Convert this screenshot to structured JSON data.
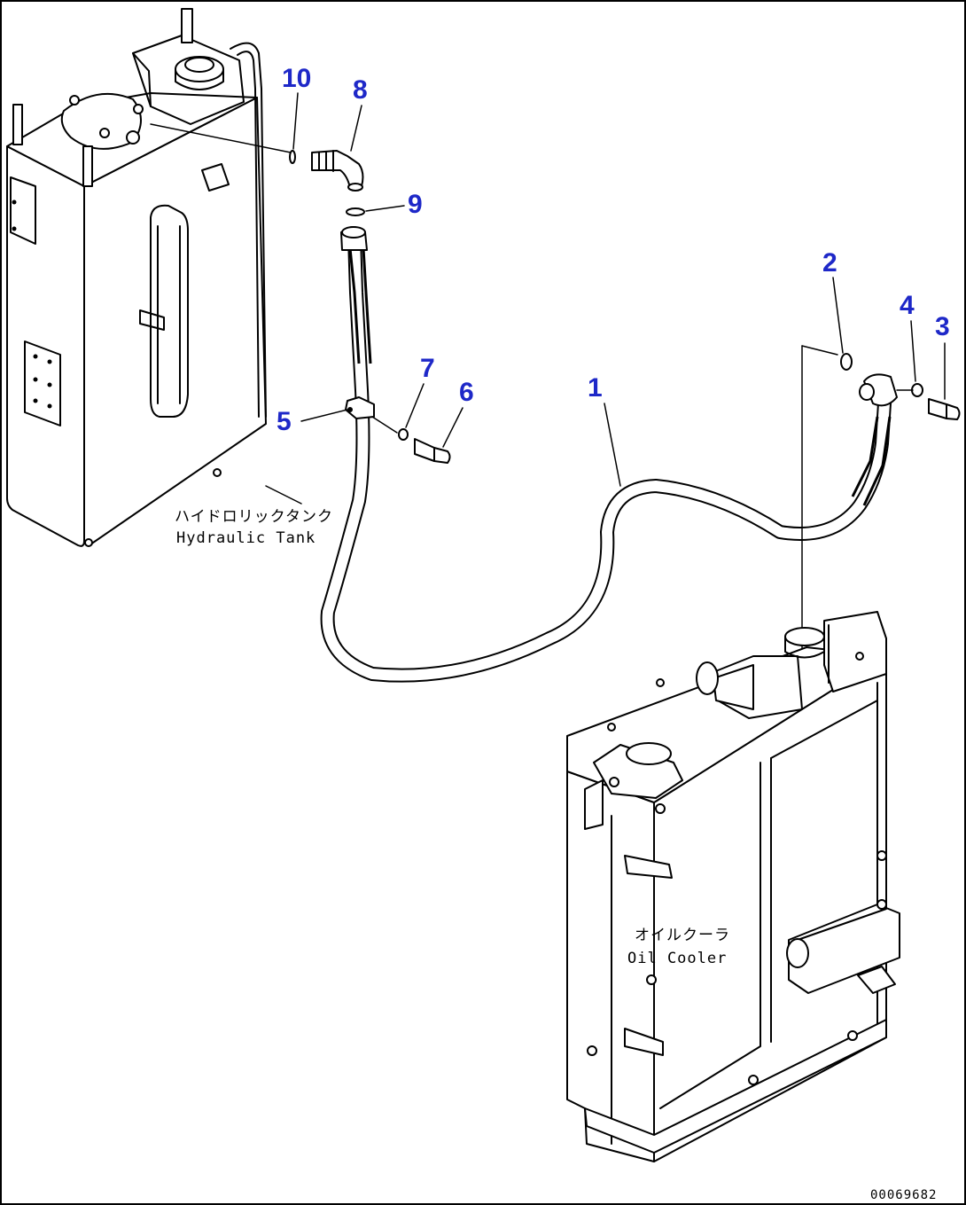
{
  "callouts": [
    {
      "id": "1",
      "label": "1"
    },
    {
      "id": "2",
      "label": "2"
    },
    {
      "id": "3",
      "label": "3"
    },
    {
      "id": "4",
      "label": "4"
    },
    {
      "id": "5",
      "label": "5"
    },
    {
      "id": "6",
      "label": "6"
    },
    {
      "id": "7",
      "label": "7"
    },
    {
      "id": "8",
      "label": "8"
    },
    {
      "id": "9",
      "label": "9"
    },
    {
      "id": "10",
      "label": "10"
    }
  ],
  "components": {
    "hydraulic_tank": {
      "label_jp": "ハイドロリックタンク",
      "label_en": "Hydraulic Tank"
    },
    "oil_cooler": {
      "label_jp": "オイルクーラ",
      "label_en": "Oil Cooler"
    }
  },
  "drawing_number": "00069682",
  "colors": {
    "callout": "#1e28c8",
    "line": "#000000",
    "background": "#ffffff"
  }
}
